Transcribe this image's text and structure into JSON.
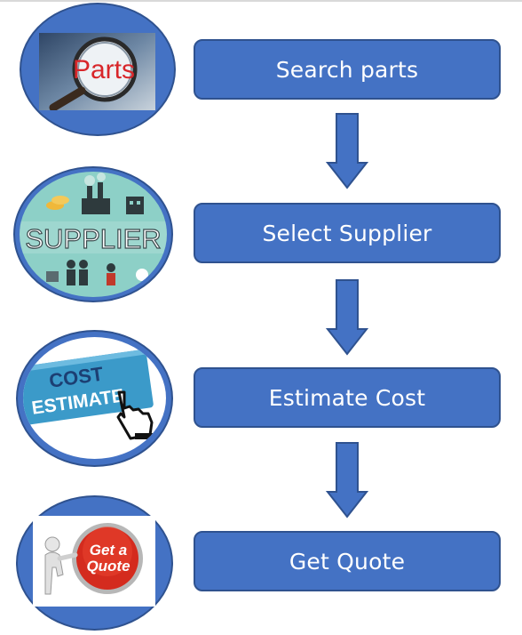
{
  "steps": [
    {
      "label": "Search parts",
      "image_text": "Parts",
      "image_icon": "magnifying-glass-icon"
    },
    {
      "label": "Select Supplier",
      "image_text": "SUPPLIER",
      "image_icon": "supplier-illustration"
    },
    {
      "label": "Estimate Cost",
      "image_text": [
        "COST",
        "ESTIMATE"
      ],
      "image_icon": "hand-cursor-icon"
    },
    {
      "label": "Get Quote",
      "image_text": [
        "Get a",
        "Quote"
      ],
      "image_icon": "red-button-figure"
    }
  ],
  "colors": {
    "box_fill": "#4472c4",
    "box_border": "#2f528f",
    "label_text": "#ffffff",
    "arrow_fill": "#4472c4"
  }
}
